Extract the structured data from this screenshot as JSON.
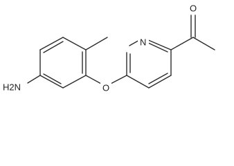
{
  "structure": {
    "atoms": {
      "amine": "H2N",
      "ether_oxygen": "O",
      "pyridine_nitrogen": "N",
      "carbonyl_oxygen": "O"
    }
  }
}
